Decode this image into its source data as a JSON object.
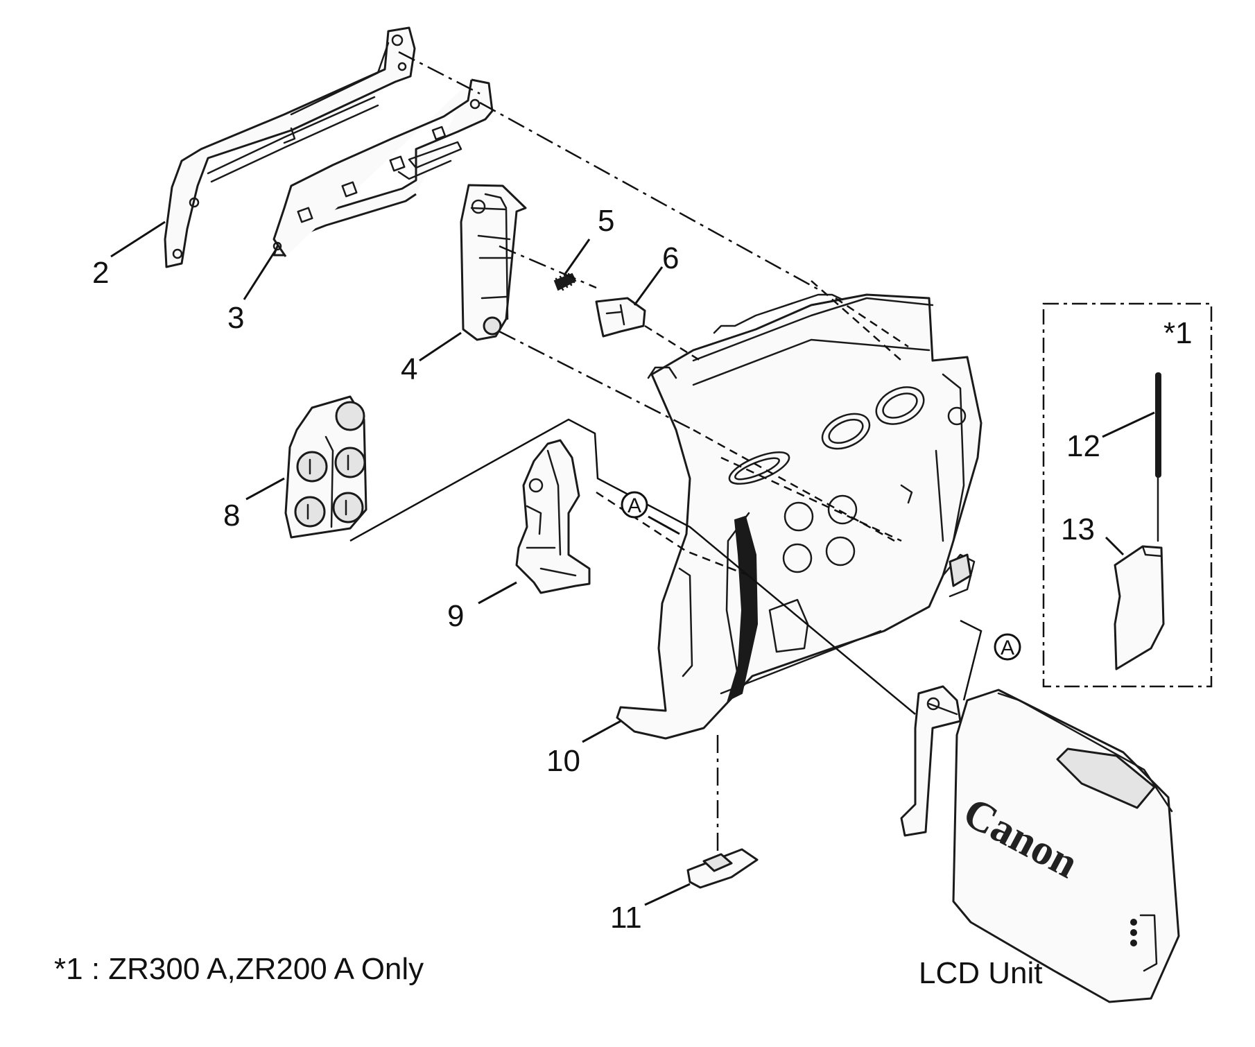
{
  "parts": [
    {
      "number": "2"
    },
    {
      "number": "3"
    },
    {
      "number": "4"
    },
    {
      "number": "5"
    },
    {
      "number": "6"
    },
    {
      "number": "8"
    },
    {
      "number": "9"
    },
    {
      "number": "10"
    },
    {
      "number": "11"
    },
    {
      "number": "12"
    },
    {
      "number": "13"
    }
  ],
  "callouts": {
    "a_left": "A",
    "a_right": "A"
  },
  "option_box": {
    "marker": "*1"
  },
  "footnote": "*1 : ZR300 A,ZR200 A Only",
  "lcd_label": "LCD Unit",
  "brand_text": "Canon"
}
